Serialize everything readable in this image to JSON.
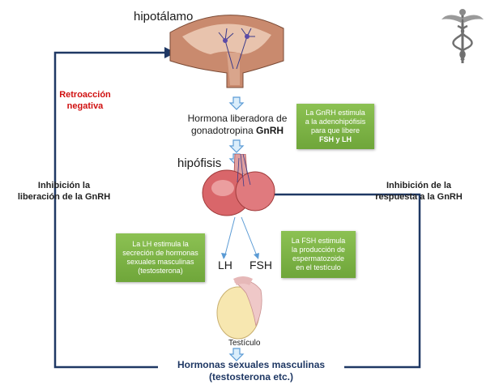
{
  "labels": {
    "hipotalamo": "hipotálamo",
    "hormona_line1": "Hormona liberadora de",
    "hormona_line2": "gonadotropina ",
    "hormona_bold": "GnRH",
    "hipofisis": "hipófisis",
    "lh": "LH",
    "fsh": "FSH",
    "testiculo": "Testículo",
    "hormonas_line1": "Hormonas sexuales masculinas",
    "hormonas_line2": "(testosterona etc.)"
  },
  "feedback": {
    "retro_line1": "Retroacción",
    "retro_line2": "negativa",
    "inhib_left_line1": "Inhibición la",
    "inhib_left_line2": "liberación de la GnRH",
    "inhib_right_line1": "Inhibición de la",
    "inhib_right_line2": "respuesta a la GnRH"
  },
  "boxes": {
    "gnrh": {
      "l1": "La GnRH estimula",
      "l2": "a la adenohipófisis",
      "l3": "para que libere",
      "l4": "FSH y LH"
    },
    "lh": {
      "l1": "La LH estimula la",
      "l2": "secreción de hormonas",
      "l3": "sexuales masculinas",
      "l4": "(testosterona)"
    },
    "fsh": {
      "l1": "La FSH estimula",
      "l2": "la producción de",
      "l3": "espermatozoide",
      "l4": "en el testículo"
    }
  },
  "colors": {
    "feedback_line": "#1f3864",
    "arrow_blue": "#5b9bd5",
    "box_green": "#7ab648",
    "retro_red": "#d01010"
  },
  "icons": {
    "logo": "caduceus-icon"
  }
}
